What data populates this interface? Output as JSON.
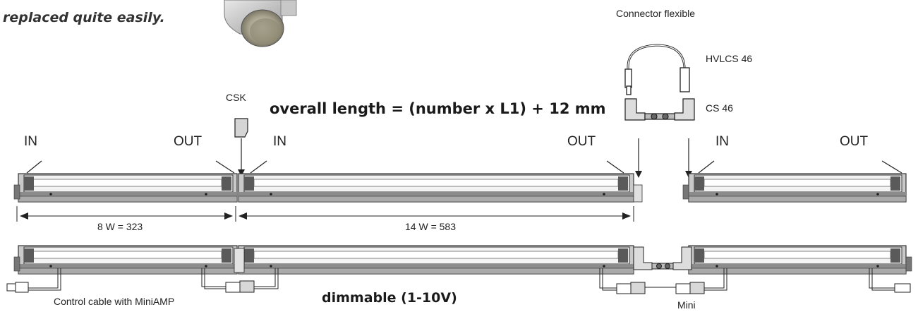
{
  "intro_text": "replaced quite easily.",
  "formula": "overall length = (number x L1) + 12 mm",
  "dimmable": "dimmable (1-10V)",
  "connectors": {
    "flexible_title": "Connector flexible",
    "hvlcs": "HVLCS 46",
    "cs": "CS 46",
    "csk": "CSK"
  },
  "ports": {
    "in_1": "IN",
    "out_1": "OUT",
    "in_2": "IN",
    "out_2": "OUT",
    "in_3": "IN",
    "out_3": "OUT"
  },
  "dimensions": {
    "d1": "8 W = 323",
    "d2": "14 W = 583"
  },
  "captions": {
    "control_cable": "Control cable with MiniAMP",
    "mini": "Mini"
  },
  "colors": {
    "frame": "#3a3a3a",
    "tube_light": "#f2f2f2",
    "housing": "#9a9a9a",
    "end_cap": "#5a5a5a"
  }
}
